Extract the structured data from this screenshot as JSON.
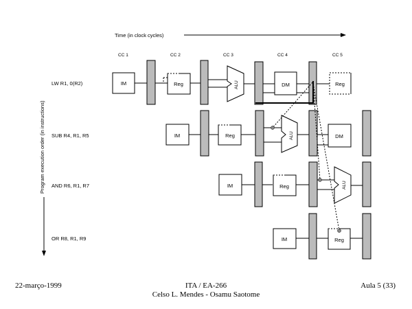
{
  "time_axis_label": "Time (in clock cycles)",
  "order_axis_label": "Program execution order (in instructions)",
  "clock_cycles": [
    "CC 1",
    "CC 2",
    "CC 3",
    "CC 4",
    "CC 5"
  ],
  "instructions": [
    {
      "text": "LW R1, 0(R2)",
      "stages": [
        "IM",
        "Reg",
        "ALU",
        "DM",
        "Reg"
      ]
    },
    {
      "text": "SUB R4, R1, R5",
      "stages": [
        "IM",
        "Reg",
        "ALU",
        "DM",
        ""
      ]
    },
    {
      "text": "AND R6, R1, R7",
      "stages": [
        "IM",
        "Reg",
        "ALU"
      ]
    },
    {
      "text": "OR R8, R1, R9",
      "stages": [
        "IM",
        "Reg"
      ]
    }
  ],
  "footer": {
    "date": "22-março-1999",
    "course": "ITA / EA-266",
    "authors": "Celso L. Mendes - Osamu Saotome",
    "page": "Aula 5 (33)"
  }
}
